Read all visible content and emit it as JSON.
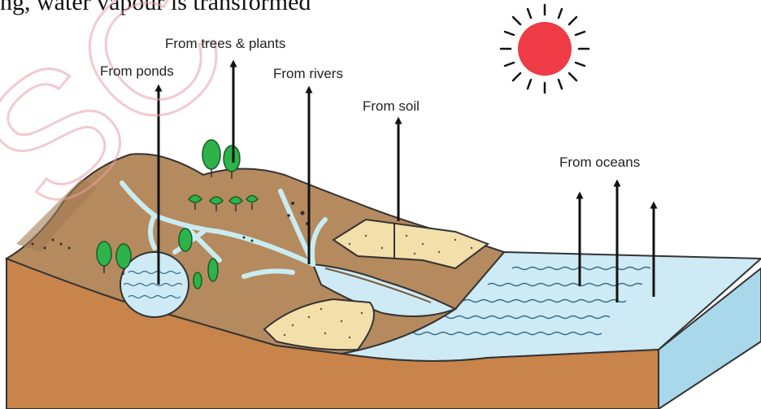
{
  "header_text": "ng, water vapour is transformed",
  "watermark_text": "SC",
  "labels": {
    "trees": "From trees & plants",
    "ponds": "From ponds",
    "rivers": "From rivers",
    "soil": "From soil",
    "oceans": "From oceans"
  },
  "colors": {
    "land_top": "#b58a5e",
    "land_side": "#c8844a",
    "land_dark": "#8a6443",
    "water": "#cdeaf5",
    "water_side": "#a8d8ea",
    "stream": "#c9ecf2",
    "sand": "#f2dfaa",
    "tree": "#2db34a",
    "sun": "#ee3b46",
    "arrow": "#111111"
  },
  "icons": [
    "sun-icon",
    "tree-icon",
    "arrow-up-icon"
  ]
}
